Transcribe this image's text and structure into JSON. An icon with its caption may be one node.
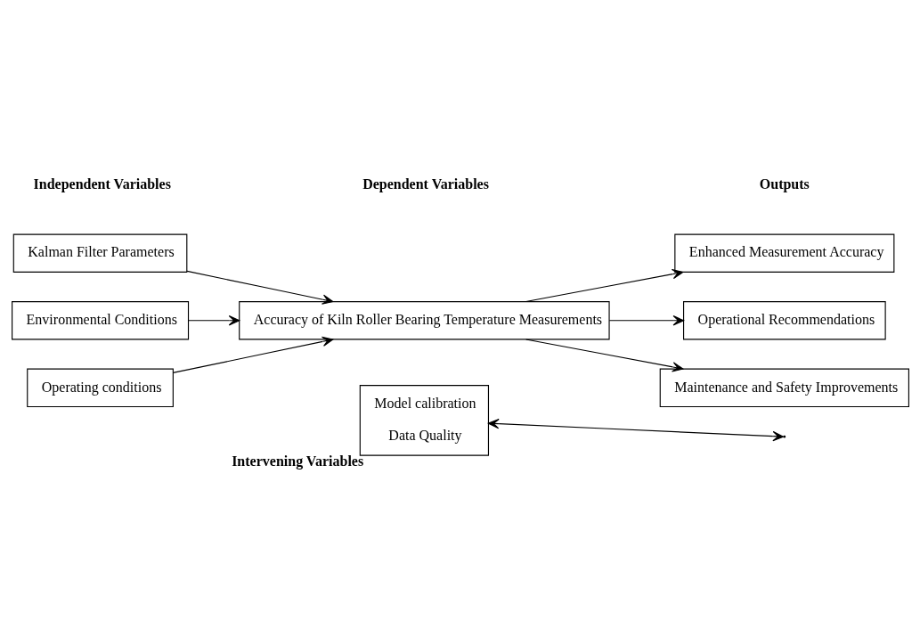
{
  "diagram": {
    "nodes": [
      {
        "text": [
          "Kalman Filter Parameters"
        ]
      },
      {
        "text": [
          "Environmental Conditions"
        ]
      },
      {
        "text": [
          "Operating conditions"
        ]
      },
      {
        "text": [
          "Accuracy of Kiln Roller Bearing Temperature Measurements"
        ]
      },
      {
        "text": [
          "Enhanced Measurement Accuracy"
        ]
      },
      {
        "text": [
          "Operational Recommendations"
        ]
      },
      {
        "text": [
          "Maintenance and Safety Improvements"
        ]
      },
      {
        "text": [
          "Model calibration",
          "Data Quality"
        ],
        "beside": [
          "Intervening Variables"
        ]
      }
    ],
    "edges": [
      {
        "from": 0,
        "to": 3,
        "arrow": "to"
      },
      {
        "from": 1,
        "to": 3,
        "arrow": "to"
      },
      {
        "from": 2,
        "to": 3,
        "arrow": "to"
      },
      {
        "from": 3,
        "to": 4,
        "arrow": "to"
      },
      {
        "from": 3,
        "to": 5,
        "arrow": "to"
      },
      {
        "from": 3,
        "to": 6,
        "arrow": "to"
      },
      {
        "from": 7,
        "to": null,
        "arrow": "both"
      }
    ],
    "labels": [
      "Independent Variables",
      "Dependent Variables",
      "Outputs"
    ]
  }
}
